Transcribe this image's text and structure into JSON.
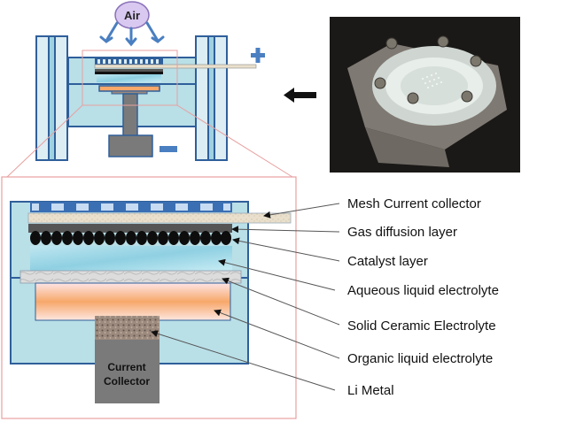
{
  "top_diagram": {
    "air_label": "Air",
    "plus_sign": "+",
    "minus_sign": "−"
  },
  "photo": {
    "description": "photo of assembled transparent cell with six screws"
  },
  "detail_diagram": {
    "current_collector_label_line1": "Current",
    "current_collector_label_line2": "Collector"
  },
  "labels": [
    {
      "text": "Mesh Current collector"
    },
    {
      "text": "Gas diffusion layer"
    },
    {
      "text": "Catalyst layer"
    },
    {
      "text": "Aqueous liquid electrolyte"
    },
    {
      "text": "Solid Ceramic Electrolyte"
    },
    {
      "text": "Organic liquid electrolyte"
    },
    {
      "text": "Li Metal"
    }
  ],
  "colors": {
    "frame_blue": "#2f5f9a",
    "light_blue": "#b9dfe7",
    "pale_blue": "#dcedf3",
    "accent_blue": "#4a7fc1",
    "zoom_box": "#e8a0a0",
    "current_collector_gray": "#7a7a7a"
  }
}
